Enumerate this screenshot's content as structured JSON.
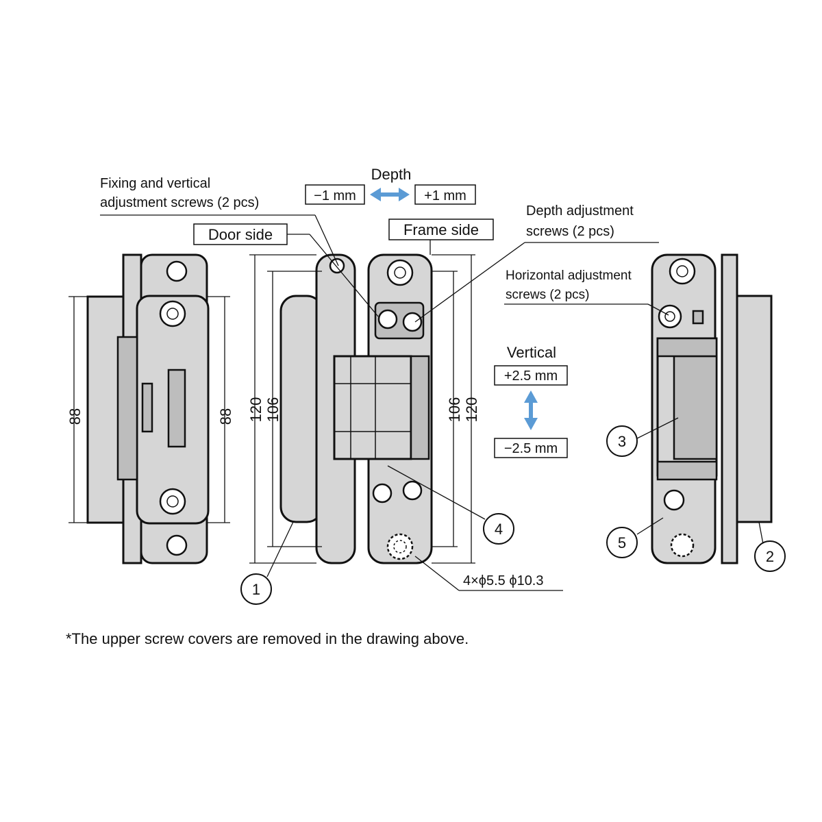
{
  "labels": {
    "fixing_screws_line1": "Fixing and vertical",
    "fixing_screws_line2": "adjustment screws (2 pcs)",
    "depth_title": "Depth",
    "depth_minus": "−1 mm",
    "depth_plus": "+1 mm",
    "door_side": "Door side",
    "frame_side": "Frame side",
    "depth_screws_line1": "Depth adjustment",
    "depth_screws_line2": "screws (2 pcs)",
    "horizontal_screws_line1": "Horizontal adjustment",
    "horizontal_screws_line2": "screws (2 pcs)",
    "vertical_title": "Vertical",
    "vertical_plus": "+2.5 mm",
    "vertical_minus": "−2.5 mm",
    "hole_spec": "4×ϕ5.5  ϕ10.3",
    "footnote": "*The upper screw covers are removed in the drawing above."
  },
  "dimensions": {
    "left_88_a": "88",
    "left_88_b": "88",
    "center_120_left": "120",
    "center_106_left": "106",
    "center_106_right": "106",
    "center_120_right": "120"
  },
  "callouts": [
    "1",
    "2",
    "3",
    "4",
    "5"
  ],
  "colors": {
    "part_fill": "#d6d6d6",
    "arrow_blue": "#5b9bd5",
    "line": "#111111"
  },
  "icons": {
    "depth_arrow": "double-arrow-horizontal-icon",
    "vertical_arrow": "double-arrow-vertical-icon"
  }
}
